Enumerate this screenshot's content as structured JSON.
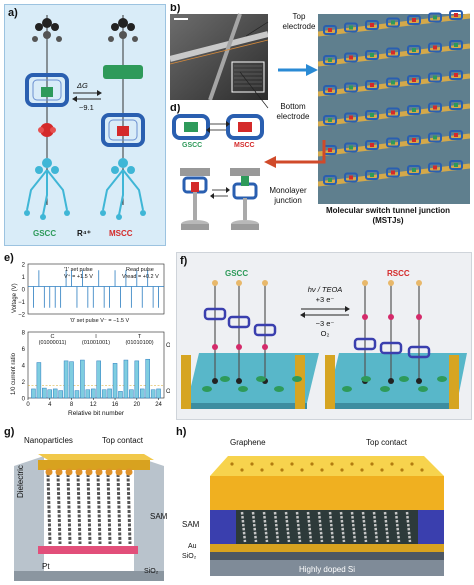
{
  "panels": {
    "a": {
      "label": "a)",
      "left_caption": "GSCC",
      "center_caption": "R⁴⁺",
      "right_caption": "MSCC",
      "arrow_top": "ΔG",
      "arrow_bottom": "~9.1"
    },
    "b": {
      "label": "b)",
      "top_electrode": "Top\nelectrode",
      "bottom_electrode": "Bottom\nelectrode"
    },
    "c": {
      "label": "c)",
      "caption_line1": "Molecular switch tunnel junction",
      "caption_line2": "(MSTJs)"
    },
    "d": {
      "label": "d)",
      "left_tag": "GSCC",
      "right_tag": "MSCC",
      "junction": "Monolayer\njunction"
    },
    "e": {
      "label": "e)",
      "set1": "'1' set pulse",
      "set1_v": "V⁺ = +1.5 V",
      "read": "Read pulse",
      "read_v": "Vread = +0.2 V",
      "set0": "'0' set pulse V⁻ = −1.5 V",
      "ylabel_top": "Voltage (V)",
      "ylabel_bottom": "1/0 current ratio",
      "xlabel": "Relative bit number",
      "on": "On",
      "off": "Off",
      "byte1_letter": "C",
      "byte1_bits": "(01000011)",
      "byte2_letter": "I",
      "byte2_bits": "(01001001)",
      "byte3_letter": "T",
      "byte3_bits": "(01010100)",
      "x_ticks": [
        "0",
        "4",
        "8",
        "12",
        "16",
        "20",
        "24"
      ],
      "v_ticks": [
        "2",
        "1",
        "0",
        "−1",
        "−2"
      ],
      "r_ticks": [
        "8",
        "6",
        "4",
        "2",
        "0"
      ]
    },
    "f": {
      "label": "f)",
      "left_tag": "GSCC",
      "right_tag": "RSCC",
      "arrow_top1": "hν / TEOA",
      "arrow_top2": "+3 e⁻",
      "arrow_bottom1": "−3 e⁻",
      "arrow_bottom2": "O₂"
    },
    "g": {
      "label": "g)",
      "nanoparticles": "Nanoparticles",
      "top_contact": "Top contact",
      "dielectric": "Dielectric",
      "sam": "SAM",
      "pt": "Pt",
      "sio2": "SiO₂"
    },
    "h": {
      "label": "h)",
      "graphene": "Graphene",
      "top_contact": "Top contact",
      "sam": "SAM",
      "au": "Au",
      "sio2": "SiO₂",
      "si": "Highly doped Si"
    }
  },
  "chart_data": {
    "type": "bar",
    "x": [
      1,
      2,
      3,
      4,
      5,
      6,
      7,
      8,
      9,
      10,
      11,
      12,
      13,
      14,
      15,
      16,
      17,
      18,
      19,
      20,
      21,
      22,
      23,
      24
    ],
    "values": [
      1.1,
      4.3,
      1.2,
      1.0,
      1.1,
      0.9,
      4.5,
      4.4,
      0.9,
      4.6,
      1.0,
      1.1,
      4.5,
      1.0,
      1.1,
      4.2,
      0.8,
      4.6,
      1.0,
      4.5,
      1.1,
      4.7,
      1.0,
      1.1
    ],
    "bits": "010000110100100101010100",
    "xlabel": "Relative bit number",
    "ylabel": "1/0 current ratio",
    "xlim": [
      0,
      25
    ],
    "ylim": [
      0,
      8
    ],
    "threshold": 1.5
  },
  "colors": {
    "panel_a_bg": "#d9ecf8",
    "blue": "#2a5fb0",
    "green": "#2e9a5a",
    "red": "#d42a2a",
    "cyan": "#3fb6d6",
    "gold": "#d6a522",
    "arrow_blue": "#2a8ad4",
    "arrow_red": "#d04a2a"
  }
}
